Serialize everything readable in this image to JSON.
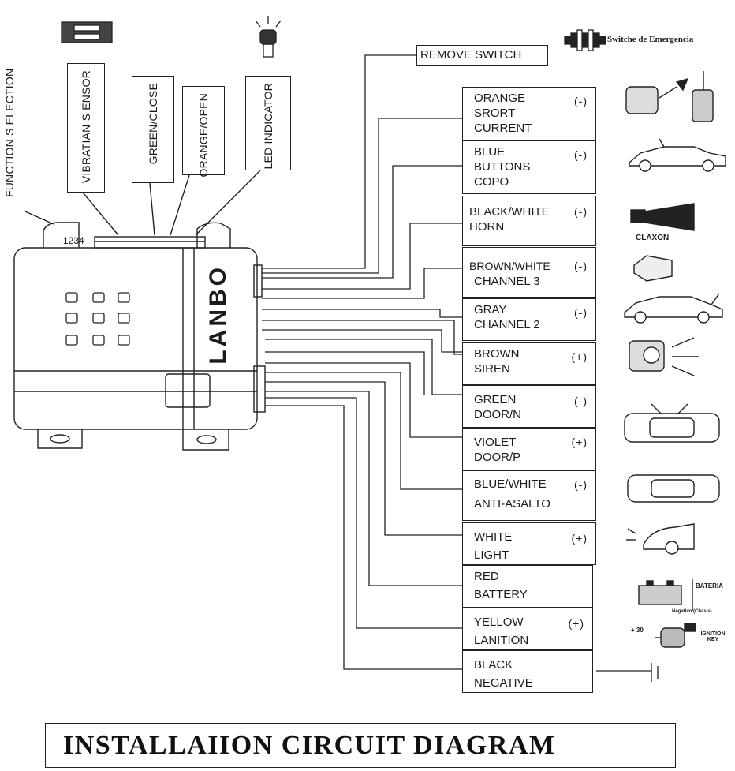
{
  "function_selection_label": "FUNCTION S ELECTION",
  "top_labels": [
    {
      "id": "vibration",
      "text": "VIBRATIAN S ENSOR"
    },
    {
      "id": "green-close",
      "text": "GREEN/CLOSE"
    },
    {
      "id": "orange-open",
      "text": "ORANGE/OPEN"
    },
    {
      "id": "led",
      "text": "LED INDICATOR"
    }
  ],
  "module": {
    "brand": "LANBO",
    "pin_numbers": "1234"
  },
  "remove_switch": "REMOVE SWITCH",
  "emergency_switch": "Switche de Emergencia",
  "wires": [
    {
      "lines": [
        "ORANGE",
        "SRORT",
        "CURRENT"
      ],
      "polarity": "(-)"
    },
    {
      "lines": [
        "BLUE",
        "BUTTONS",
        "COPO"
      ],
      "polarity": "(-)"
    },
    {
      "lines": [
        "BLACK/WHITE",
        "HORN"
      ],
      "polarity": "(-)"
    },
    {
      "lines": [
        "BROWN/WHITE",
        "CHANNEL 3"
      ],
      "polarity": "(-)"
    },
    {
      "lines": [
        "GRAY",
        "CHANNEL 2"
      ],
      "polarity": "(-)"
    },
    {
      "lines": [
        "BROWN",
        "SIREN"
      ],
      "polarity": "(+)"
    },
    {
      "lines": [
        "GREEN",
        "DOOR/N"
      ],
      "polarity": "(-)"
    },
    {
      "lines": [
        "VIOLET",
        "DOOR/P"
      ],
      "polarity": "(+)"
    },
    {
      "lines": [
        "BLUE/WHITE",
        "ANTI-ASALTO"
      ],
      "polarity": "(-)"
    },
    {
      "lines": [
        "WHITE",
        "LIGHT"
      ],
      "polarity": "(+)"
    },
    {
      "lines": [
        "RED",
        "BATTERY"
      ],
      "polarity": ""
    },
    {
      "lines": [
        "YELLOW",
        "LANITION"
      ],
      "polarity": "(+)"
    },
    {
      "lines": [
        "BLACK",
        "NEGATIVE"
      ],
      "polarity": ""
    }
  ],
  "device_labels": {
    "claxon": "CLAXON",
    "bateria": "BATERIA",
    "negative_chassis": "Negativo (Chasis)",
    "ignition_key": "IGNITION KEY",
    "plus_30": "+ 30"
  },
  "title": "INSTALLAIION CIRCUIT DIAGRAM"
}
